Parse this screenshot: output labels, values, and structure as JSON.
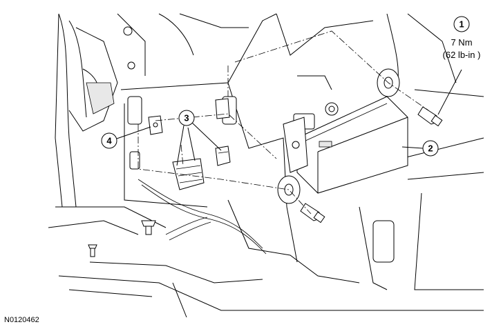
{
  "callouts": [
    {
      "id": "callout-1",
      "number": "1"
    },
    {
      "id": "callout-2",
      "number": "2"
    },
    {
      "id": "callout-3",
      "number": "3"
    },
    {
      "id": "callout-4",
      "number": "4"
    }
  ],
  "torque_spec": {
    "line1": "7 Nm",
    "line2": "(62 lb-in )"
  },
  "figure_id": "N0120462",
  "colors": {
    "line": "#000000",
    "background": "#ffffff"
  }
}
